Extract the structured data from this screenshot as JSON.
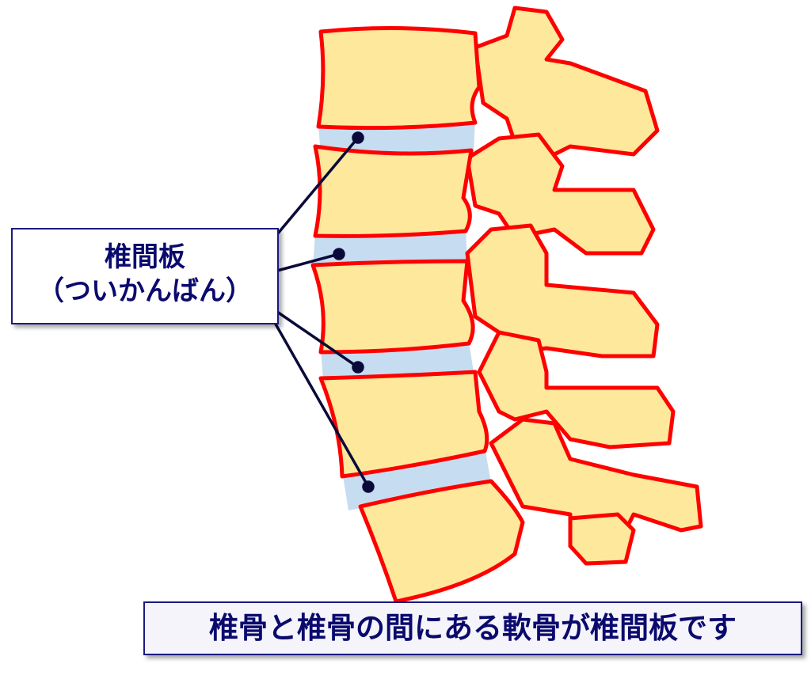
{
  "label": {
    "title": "椎間板",
    "reading": "（ついかんばん）"
  },
  "caption": "椎骨と椎骨の間にある軟骨が椎間板です",
  "colors": {
    "bone": "#fde89c",
    "outline": "#ff0000",
    "disc": "#c6dcf0",
    "text": "#0a0a6e"
  }
}
